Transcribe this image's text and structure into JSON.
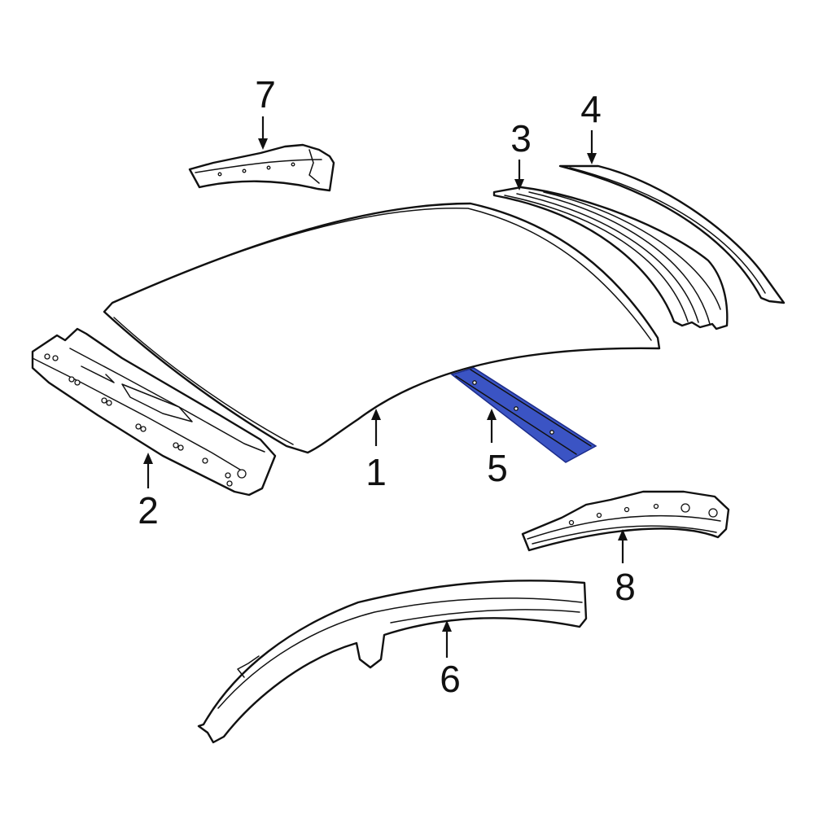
{
  "colors": {
    "line": "#111111",
    "background": "#ffffff",
    "highlight_fill": "#3b54c4",
    "highlight_stroke": "#1c2c8a"
  },
  "highlighted_part": "5",
  "callouts": [
    {
      "id": "c1",
      "label": "1"
    },
    {
      "id": "c2",
      "label": "2"
    },
    {
      "id": "c3",
      "label": "3"
    },
    {
      "id": "c4",
      "label": "4"
    },
    {
      "id": "c5",
      "label": "5"
    },
    {
      "id": "c6",
      "label": "6"
    },
    {
      "id": "c7",
      "label": "7"
    },
    {
      "id": "c8",
      "label": "8"
    }
  ]
}
